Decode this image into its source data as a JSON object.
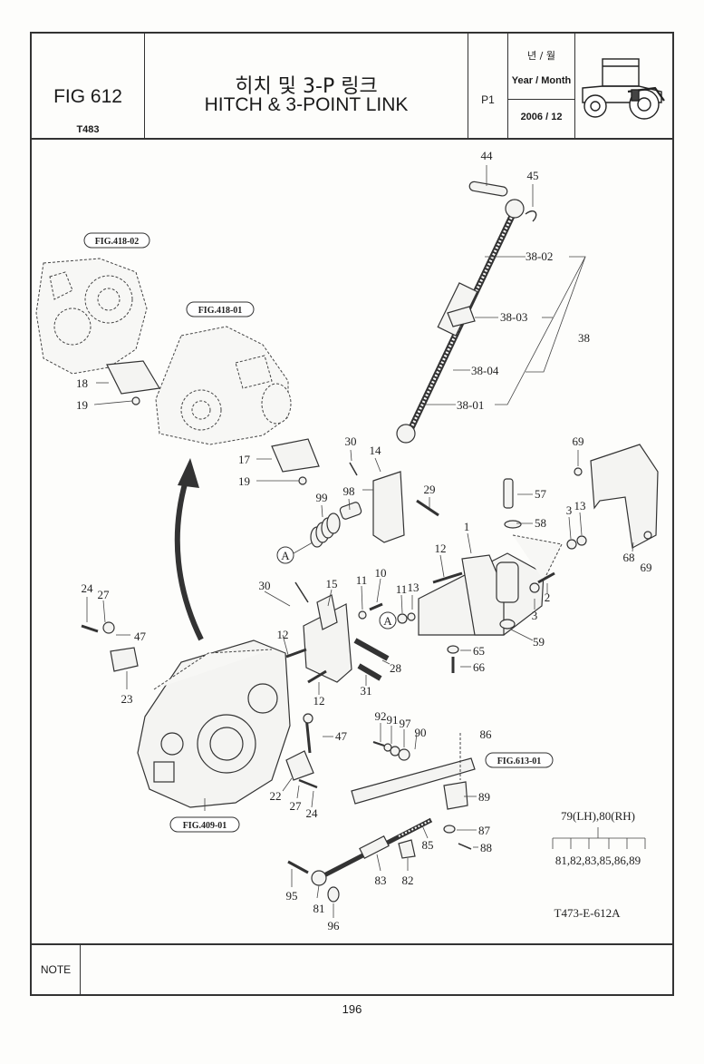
{
  "header": {
    "fig_id": "FIG 612",
    "model": "T483",
    "title_ko": "히치 및 3-P 링크",
    "title_en": "HITCH & 3-POINT LINK",
    "page": "P1",
    "date_label_ko": "년 / 월",
    "date_label_en": "Year / Month",
    "date_value": "2006 / 12",
    "tractor_icon": "tractor-icon"
  },
  "refs": {
    "fig_418_02": "FIG.418-02",
    "fig_418_01": "FIG.418-01",
    "fig_409_01": "FIG.409-01",
    "fig_613_01": "FIG.613-01"
  },
  "parts": {
    "p44": "44",
    "p45": "45",
    "p38_02": "38-02",
    "p38_03": "38-03",
    "p38": "38",
    "p38_04": "38-04",
    "p38_01": "38-01",
    "p18": "18",
    "p19a": "19",
    "p17": "17",
    "p19b": "19",
    "p30a": "30",
    "p14": "14",
    "p99": "99",
    "p98": "98",
    "p29": "29",
    "p69a": "69",
    "p57": "57",
    "p58": "58",
    "p3a": "3",
    "p13a": "13",
    "p68": "68",
    "p69b": "69",
    "p1": "1",
    "p12a": "12",
    "p2": "2",
    "p3b": "3",
    "p24a": "24",
    "p27a": "27",
    "p47a": "47",
    "p30b": "30",
    "p15": "15",
    "p11a": "11",
    "p10": "10",
    "p11b": "11",
    "p13b": "13",
    "p59": "59",
    "p65": "65",
    "p66": "66",
    "p12b": "12",
    "p28": "28",
    "p23": "23",
    "p31": "31",
    "p12c": "12",
    "p92": "92",
    "p91": "91",
    "p97": "97",
    "p90": "90",
    "p86": "86",
    "p47b": "47",
    "p22": "22",
    "p27b": "27",
    "p24b": "24",
    "p89": "89",
    "p87": "87",
    "p85": "85",
    "p88": "88",
    "p83": "83",
    "p82": "82",
    "p95": "95",
    "p81": "81",
    "p96": "96"
  },
  "callout_a": "A",
  "legend": {
    "line1": "79(LH),80(RH)",
    "line2": "81,82,83,85,86,89"
  },
  "drawing_code": "T473-E-612A",
  "note_label": "NOTE",
  "page_number": "196"
}
